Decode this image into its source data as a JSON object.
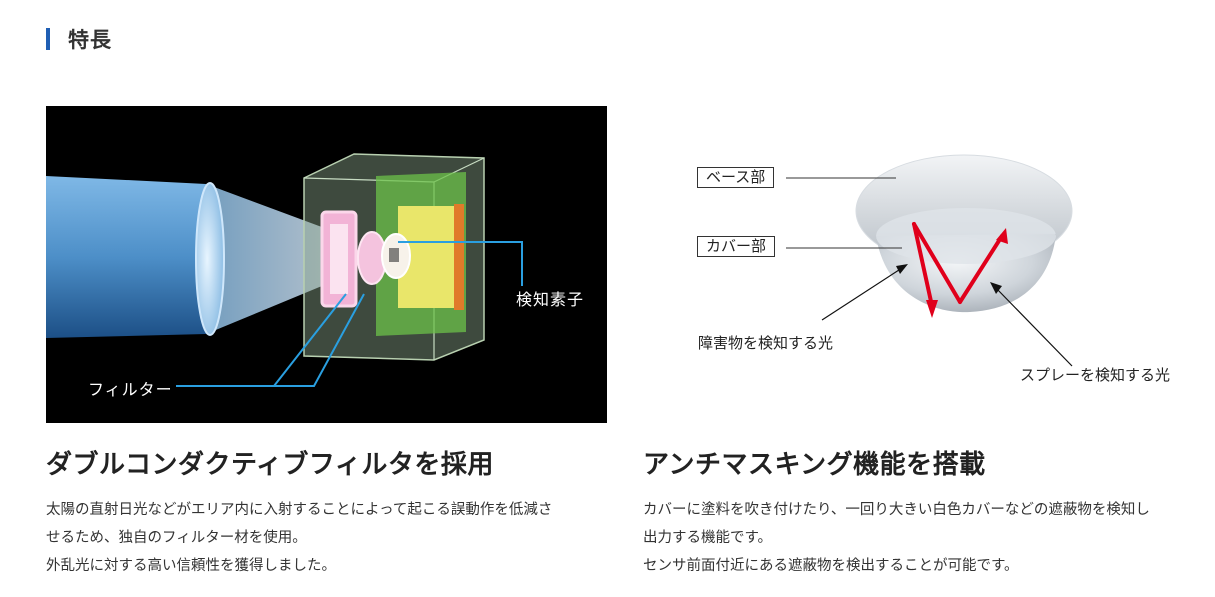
{
  "section": {
    "title": "特長"
  },
  "left": {
    "figure": {
      "label_element": "検知素子",
      "label_filter": "フィルター"
    },
    "title": "ダブルコンダクティブフィルタを採用",
    "body": [
      "太陽の直射日光などがエリア内に入射することによって起こる誤動作を低減さ",
      "せるため、独自のフィルター材を使用。",
      "外乱光に対する高い信頼性を獲得しました。"
    ]
  },
  "right": {
    "figure": {
      "label_base": "ベース部",
      "label_cover": "カバー部",
      "caption_obstacle": "障害物を検知する光",
      "caption_spray": "スプレーを検知する光"
    },
    "title": "アンチマスキング機能を搭載",
    "body": [
      "カバーに塗料を吹き付けたり、一回り大きい白色カバーなどの遮蔽物を検知し",
      "出力する機能です。",
      "センサ前面付近にある遮蔽物を検出することが可能です。"
    ]
  },
  "colors": {
    "accent_bar": "#1f5fb4",
    "arrow_red": "#e0001b"
  }
}
